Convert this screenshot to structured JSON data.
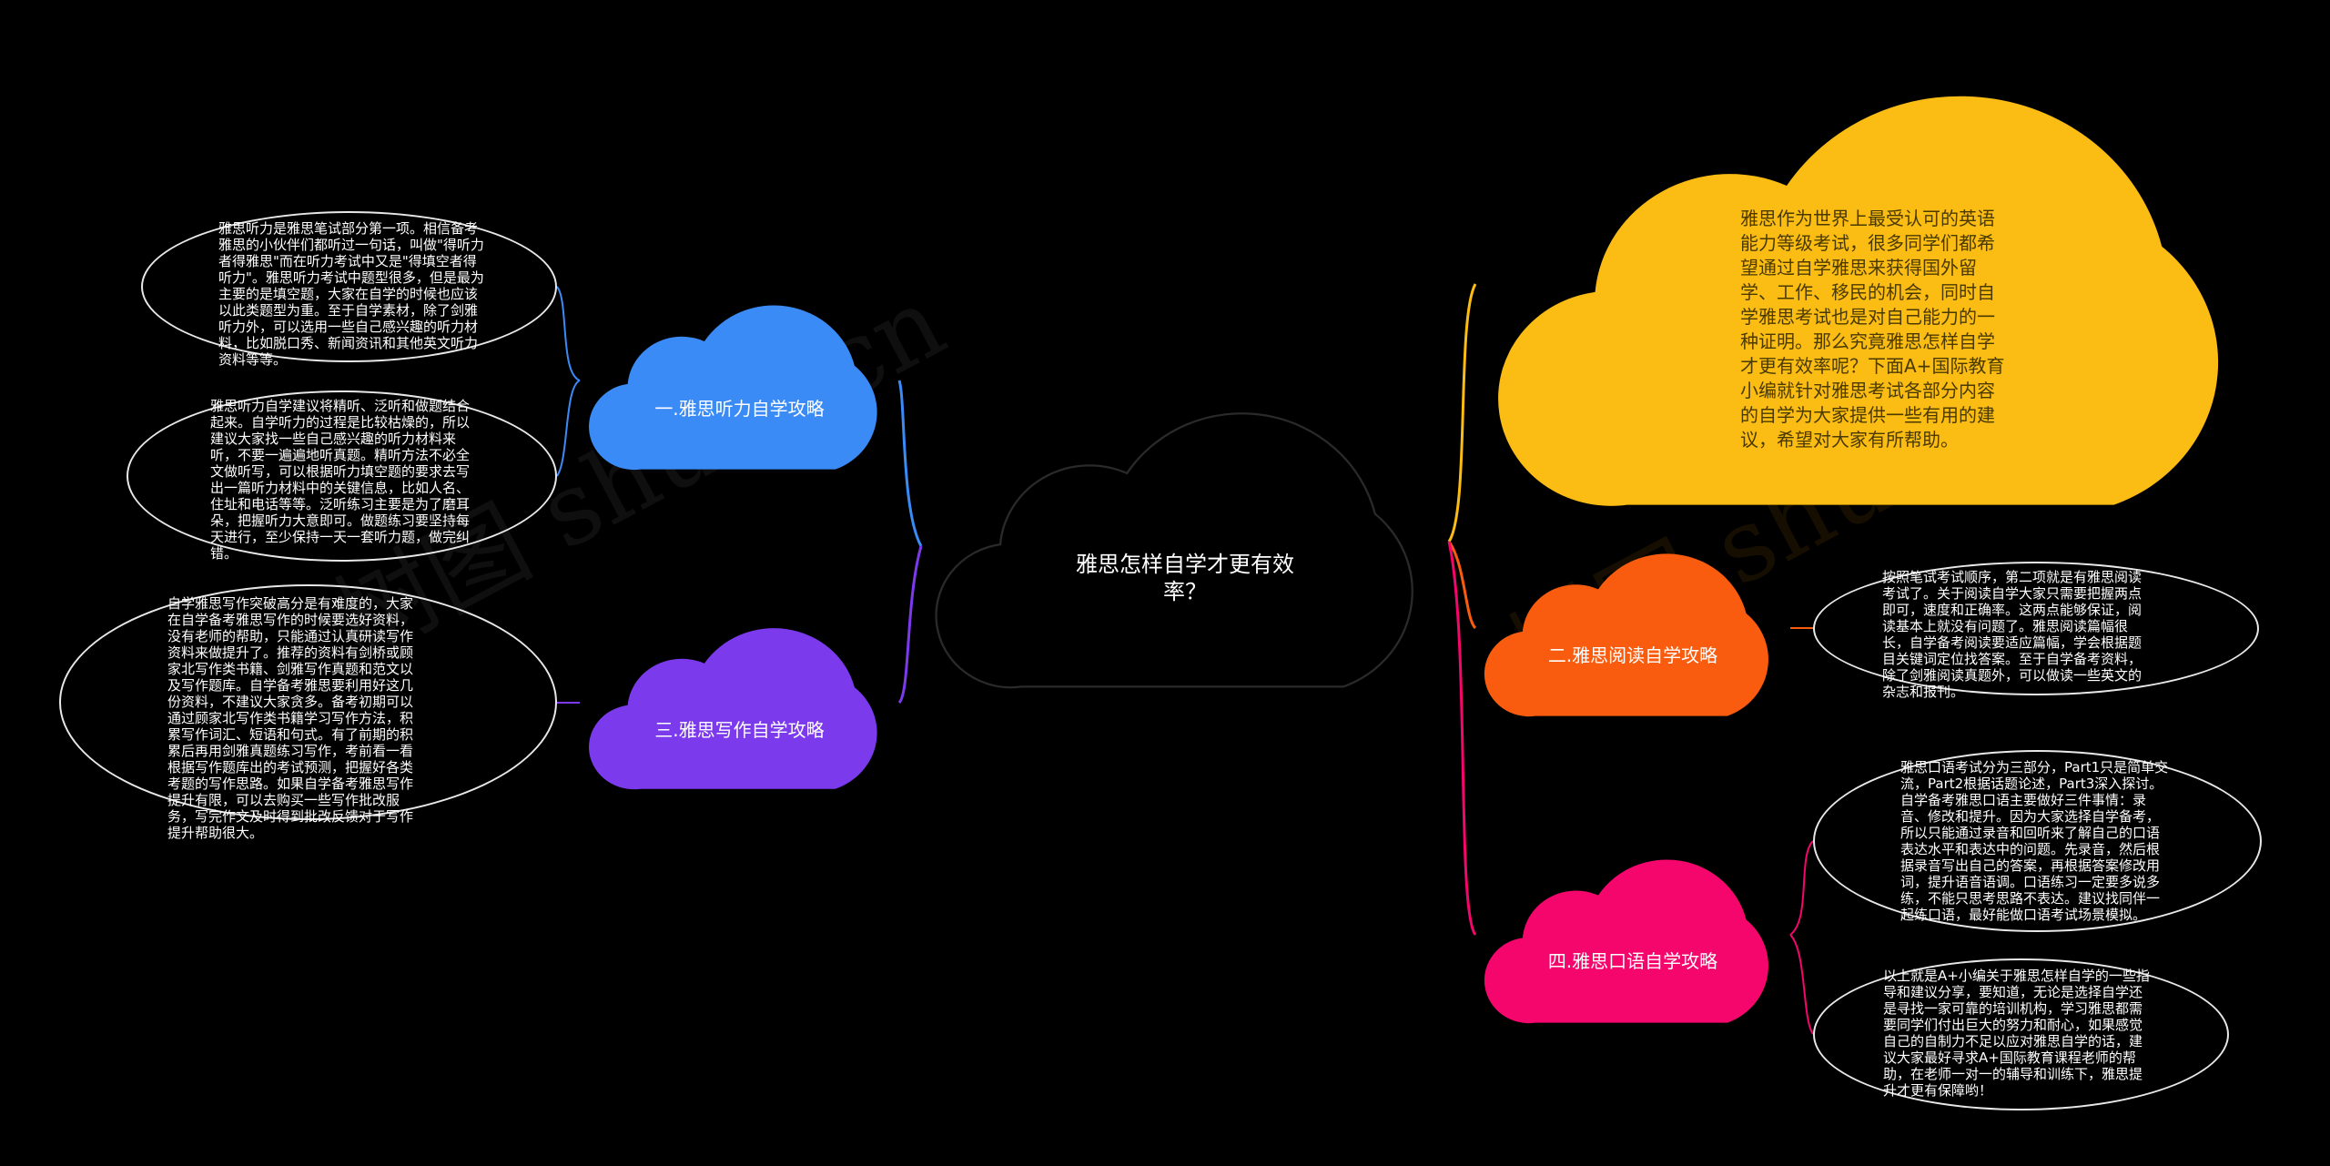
{
  "colors": {
    "blue": "#3b8bf7",
    "purple": "#7c3aed",
    "yellow": "#fbbc14",
    "orange": "#f95c0e",
    "pink": "#f4066c",
    "center_stroke": "#2a2a2a",
    "pill_stroke": "#e8e8e8"
  },
  "center": {
    "title": "雅思怎样自学才更有效率？"
  },
  "intro": {
    "text": "雅思作为世界上最受认可的英语能力等级考试，很多同学们都希望通过自学雅思来获得国外留学、工作、移民的机会，同时自学雅思考试也是对自己能力的一种证明。那么究竟雅思怎样自学才更有效率呢？下面A+国际教育小编就针对雅思考试各部分内容的自学为大家提供一些有用的建议，希望对大家有所帮助。"
  },
  "branches": [
    {
      "label": "一.雅思听力自学攻略",
      "notes": [
        "雅思听力是雅思笔试部分第一项。相信备考雅思的小伙伴们都听过一句话，叫做\"得听力者得雅思\"而在听力考试中又是\"得填空者得听力\"。雅思听力考试中题型很多，但是最为主要的是填空题，大家在自学的时候也应该以此类题型为重。至于自学素材，除了剑雅听力外，可以选用一些自己感兴趣的听力材料，比如脱口秀、新闻资讯和其他英文听力资料等等。",
        "雅思听力自学建议将精听、泛听和做题结合起来。自学听力的过程是比较枯燥的，所以建议大家找一些自己感兴趣的听力材料来听，不要一遍遍地听真题。精听方法不必全文做听写，可以根据听力填空题的要求去写出一篇听力材料中的关键信息，比如人名、住址和电话等等。泛听练习主要是为了磨耳朵，把握听力大意即可。做题练习要坚持每天进行，至少保持一天一套听力题，做完纠错。"
      ]
    },
    {
      "label": "三.雅思写作自学攻略",
      "notes": [
        "自学雅思写作突破高分是有难度的，大家在自学备考雅思写作的时候要选好资料，没有老师的帮助，只能通过认真研读写作资料来做提升了。推荐的资料有剑桥或顾家北写作类书籍、剑雅写作真题和范文以及写作题库。自学备考雅思要利用好这几份资料，不建议大家贪多。备考初期可以通过顾家北写作类书籍学习写作方法，积累写作词汇、短语和句式。有了前期的积累后再用剑雅真题练习写作，考前看一看根据写作题库出的考试预测，把握好各类考题的写作思路。如果自学备考雅思写作提升有限，可以去购买一些写作批改服务，写完作文及时得到批改反馈对于写作提升帮助很大。"
      ]
    },
    {
      "label": "二.雅思阅读自学攻略",
      "notes": [
        "按照笔试考试顺序，第二项就是有雅思阅读考试了。关于阅读自学大家只需要把握两点即可，速度和正确率。这两点能够保证，阅读基本上就没有问题了。雅思阅读篇幅很长，自学备考阅读要适应篇幅，学会根据题目关键词定位找答案。至于自学备考资料，除了剑雅阅读真题外，可以做读一些英文的杂志和报刊。"
      ]
    },
    {
      "label": "四.雅思口语自学攻略",
      "notes": [
        "雅思口语考试分为三部分，Part1只是简单交流，Part2根据话题论述，Part3深入探讨。自学备考雅思口语主要做好三件事情：录音、修改和提升。因为大家选择自学备考，所以只能通过录音和回听来了解自己的口语表达水平和表达中的问题。先录音，然后根据录音写出自己的答案，再根据答案修改用词，提升语音语调。口语练习一定要多说多练，不能只思考思路不表达。建议找同伴一起练口语，最好能做口语考试场景模拟。",
        "以上就是A+小编关于雅思怎样自学的一些指导和建议分享，要知道，无论是选择自学还是寻找一家可靠的培训机构，学习雅思都需要同学们付出巨大的努力和耐心，如果感觉自己的自制力不足以应对雅思自学的话，建议大家最好寻求A+国际教育课程老师的帮助，在老师一对一的辅导和训练下，雅思提升才更有保障哟！"
      ]
    }
  ],
  "watermark": "树图 shutu.cn"
}
